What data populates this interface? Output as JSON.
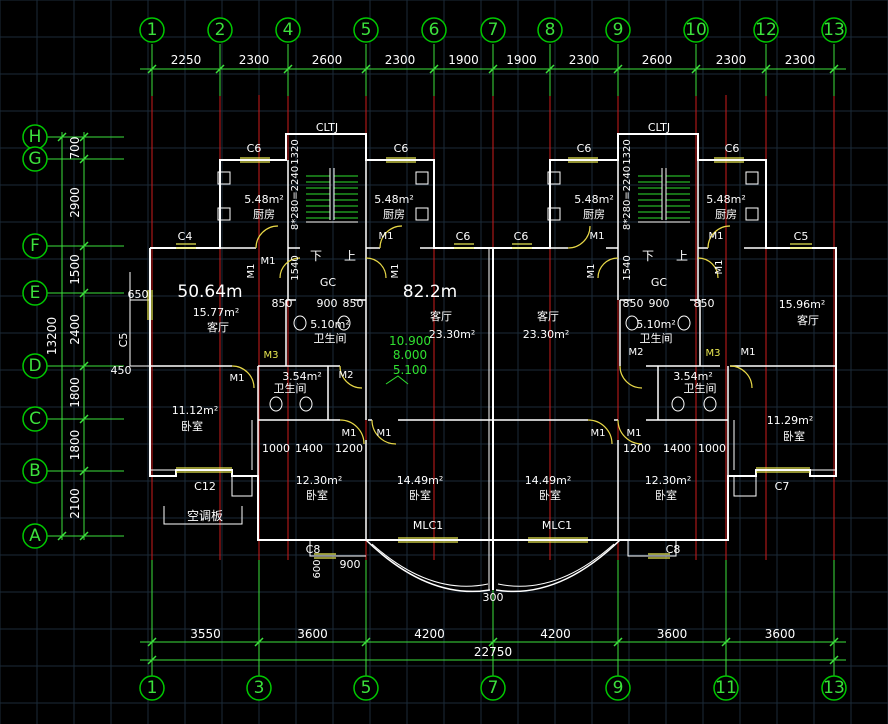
{
  "axes_top": [
    "1",
    "2",
    "4",
    "5",
    "6",
    "7",
    "8",
    "9",
    "10",
    "12",
    "13"
  ],
  "axes_bottom": [
    "1",
    "3",
    "5",
    "7",
    "9",
    "11",
    "13"
  ],
  "axes_left": [
    "H",
    "G",
    "F",
    "E",
    "D",
    "C",
    "B",
    "A"
  ],
  "dims_top": [
    "2250",
    "2300",
    "2600",
    "2300",
    "1900",
    "1900",
    "2300",
    "2600",
    "2300",
    "2300"
  ],
  "dims_bottom": [
    "3550",
    "3600",
    "4200",
    "4200",
    "3600",
    "3600"
  ],
  "dim_total": "22750",
  "dims_left": [
    "700",
    "2900",
    "1500",
    "2400",
    "1800",
    "1800",
    "2100"
  ],
  "dim_left_total": "13200",
  "colors": {
    "grid": "#1b2a38",
    "axis": "#00c800",
    "wall": "#ffffff",
    "centerline": "#cc1c1c",
    "window": "#e8e850",
    "door": "#e8d848",
    "dim_line": "#3ce03c"
  },
  "labels": {
    "cltj_l": "CLTJ",
    "cltj_r": "CLTJ",
    "c6_1": "C6",
    "c6_2": "C6",
    "c6_3": "C6",
    "c6_4": "C6",
    "c6_5": "C6",
    "c6_6": "C6",
    "c4": "C4",
    "c5_r": "C5",
    "c5_l": "C5",
    "c12": "C12",
    "c7": "C7",
    "c8_l": "C8",
    "c8_r": "C8",
    "mlc1_l": "MLC1",
    "mlc1_r": "MLC1",
    "kit_area_1": "5.48m²",
    "kit_area_2": "5.48m²",
    "kit_area_3": "5.48m²",
    "kit_area_4": "5.48m²",
    "kitchen": "厨房",
    "stair_dim_l": "8*280=2240",
    "stair_dim_r": "8*280=2240",
    "d1320": "1320",
    "d1540": "1540",
    "xia": "下",
    "shang": "上",
    "gc": "GC",
    "liv_big_l": "50.64m",
    "liv_big_c": "82.2m",
    "liv_area_l": "15.77m²",
    "liv_area_cl": "23.30m²",
    "liv_area_cr": "23.30m²",
    "liv_area_r": "15.96m²",
    "living": "客厅",
    "bath_area": "5.10m²",
    "bath": "卫生间",
    "bath_sm_area": "3.54m²",
    "d850": "850",
    "d900": "900",
    "d650": "650",
    "d450": "450",
    "lvl1": "10.900",
    "lvl2": "8.000",
    "lvl3": "5.100",
    "bed_l": "11.12m²",
    "bed_r": "11.29m²",
    "bed_ml": "12.30m²",
    "bed_mr": "12.30m²",
    "bed_cl": "14.49m²",
    "bed_cr": "14.49m²",
    "bedroom": "卧室",
    "m1": "M1",
    "m2": "M2",
    "m3": "M3",
    "d1000": "1000",
    "d1400": "1400",
    "d1200": "1200",
    "ac_board": "空调板",
    "d600": "600",
    "d300": "300"
  }
}
